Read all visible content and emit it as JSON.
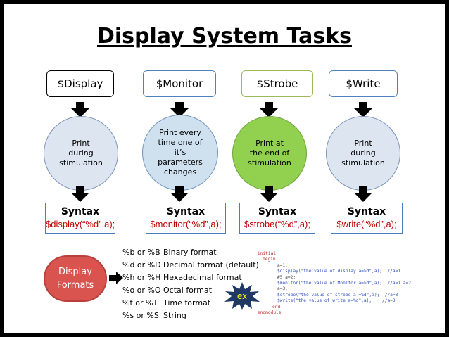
{
  "title": "Display System Tasks",
  "tasks": [
    {
      "name": "$Display",
      "desc": [
        "Print",
        "during",
        "stimulation"
      ],
      "syntax_label": "Syntax",
      "syntax": "$display(“%d”,a);",
      "circle_color": "#dde5f0",
      "circle_border": "#7a93b8",
      "header_border": "#000000"
    },
    {
      "name": "$Monitor",
      "desc": [
        "Print every",
        "time one of",
        "it’s",
        "parameters",
        "changes"
      ],
      "syntax_label": "Syntax",
      "syntax": "$monitor(“%d”,a);",
      "circle_color": "#cfe0ef",
      "circle_border": "#6f94bd",
      "header_border": "#4f81bd"
    },
    {
      "name": "$Strobe",
      "desc": [
        "Print  at",
        "the end of",
        "stimulation"
      ],
      "syntax_label": "Syntax",
      "syntax": "$strobe(“%d”,a);",
      "circle_color": "#92d050",
      "circle_border": "#6ea33a",
      "header_border": "#9bbb59"
    },
    {
      "name": "$Write",
      "desc": [
        "Print",
        "during",
        "stimulation"
      ],
      "syntax_label": "Syntax",
      "syntax": "$write(“%d”,a);",
      "circle_color": "#dde5f0",
      "circle_border": "#7a93b8",
      "header_border": "#4f81bd"
    }
  ],
  "formats_label": [
    "Display",
    "Formats"
  ],
  "formats": [
    {
      "spec": "%b or %B",
      "meaning": "Binary format"
    },
    {
      "spec": "%d or %D",
      "meaning": "Decimal format (default)"
    },
    {
      "spec": "%h or %H",
      "meaning": "Hexadecimal format"
    },
    {
      "spec": "%o or %O",
      "meaning": "Octal format"
    },
    {
      "spec": "%t or %T",
      "meaning": "Time format"
    },
    {
      "spec": "%s or %S",
      "meaning": "String"
    }
  ],
  "example_label": "ex",
  "code_lines": [
    {
      "text": "initial",
      "kind": "kw",
      "indent": 0
    },
    {
      "text": "begin",
      "kind": "kw",
      "indent": 1
    },
    {
      "text": "a=1;",
      "kind": "plain",
      "indent": 4
    },
    {
      "text": "$display(\"the value of display a=%d\",a);  //a=1",
      "kind": "cm",
      "indent": 4
    },
    {
      "text": "#5 a=2;",
      "kind": "plain",
      "indent": 4
    },
    {
      "text": "$monitor(\"the value of Monitor a=%d\",a);  //a=1 a=2",
      "kind": "cm",
      "indent": 4
    },
    {
      "text": "a=3;",
      "kind": "plain",
      "indent": 4
    },
    {
      "text": "$strobe(\"the value of strobe a =%d\",a);  //a=3",
      "kind": "cm",
      "indent": 4
    },
    {
      "text": "$write(\"the value of write a=%d\",a);    //a=3",
      "kind": "cm",
      "indent": 4
    },
    {
      "text": "end",
      "kind": "kw",
      "indent": 3
    },
    {
      "text": "endmodule",
      "kind": "kw",
      "indent": 0
    }
  ],
  "colors": {
    "arrow": "#000000",
    "syntax_text": "#c00000",
    "formats_fill": "#d9534f",
    "star_fill": "#1f3864",
    "star_text": "#ffff00"
  }
}
